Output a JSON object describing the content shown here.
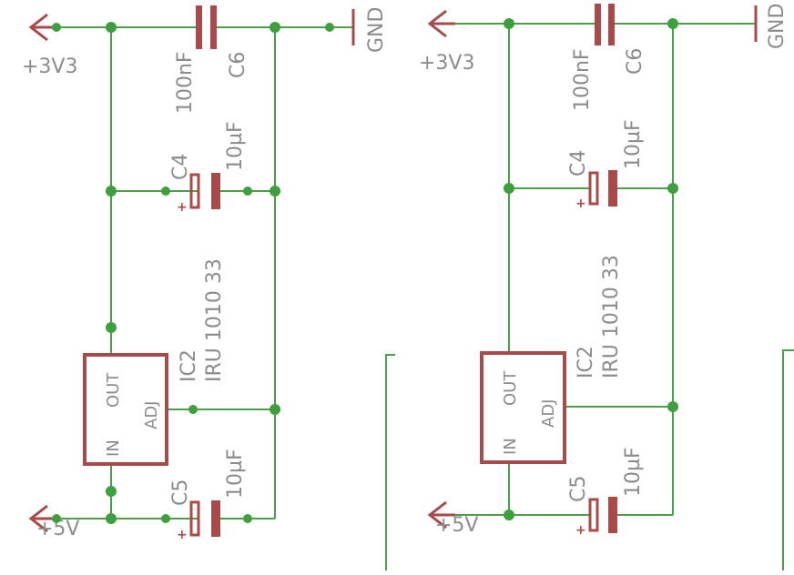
{
  "colors": {
    "wire": "#4aa04a",
    "part": "#a84a4a",
    "label": "#8c8c8c",
    "junction": "#3f9f3f",
    "background": "#ffffff"
  },
  "panels": [
    {
      "supply_3v3": "+3V3",
      "supply_5v": "+5V",
      "gnd": "GND",
      "c6": {
        "name": "C6",
        "value": "100nF"
      },
      "c4": {
        "name": "C4",
        "value": "10µF",
        "polarity": "+"
      },
      "c5": {
        "name": "C5",
        "value": "10µF",
        "polarity": "+"
      },
      "ic": {
        "name": "IC2",
        "value": "IRU 1010 33",
        "pin_out": "OUT",
        "pin_adj": "ADJ",
        "pin_in": "IN"
      }
    },
    {
      "supply_3v3": "+3V3",
      "supply_5v": "+5V",
      "gnd": "GND",
      "c6": {
        "name": "C6",
        "value": "100nF"
      },
      "c4": {
        "name": "C4",
        "value": "10µF",
        "polarity": "+"
      },
      "c5": {
        "name": "C5",
        "value": "10µF",
        "polarity": "+"
      },
      "ic": {
        "name": "IC2",
        "value": "IRU 1010 33",
        "pin_out": "OUT",
        "pin_adj": "ADJ",
        "pin_in": "IN"
      }
    }
  ]
}
